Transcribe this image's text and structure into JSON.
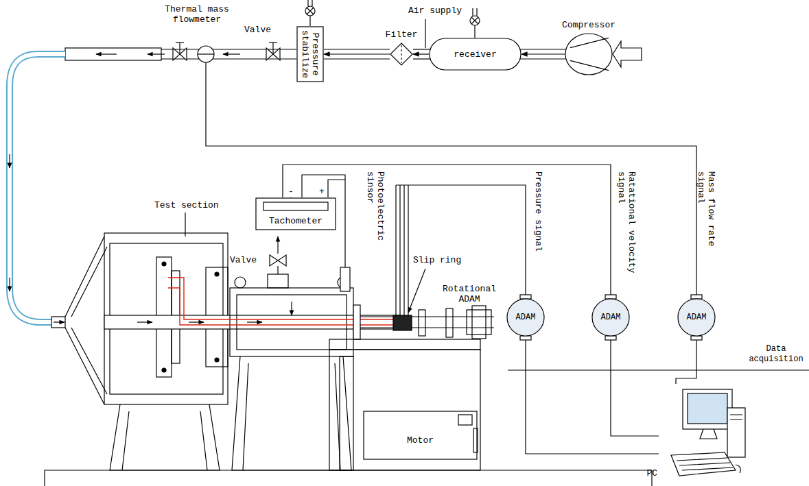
{
  "diagram": {
    "nodes": [
      {
        "text": [
          "Compressor"
        ]
      },
      {
        "text": [
          "receiver"
        ]
      },
      {
        "text": [
          "Filter"
        ]
      },
      {
        "text": [
          "Pressure stabilize"
        ]
      },
      {
        "text": [
          "Tachometer"
        ]
      },
      {
        "text": [
          "Motor"
        ]
      },
      {
        "text": [
          "ADAM"
        ]
      },
      {
        "text": [
          "ADAM"
        ]
      },
      {
        "text": [
          "ADAM"
        ]
      },
      {
        "text": [
          "PC"
        ]
      }
    ],
    "edges": [
      {
        "from": 0,
        "to": 1,
        "arrow": "to"
      },
      {
        "from": 1,
        "to": 2,
        "arrow": "to"
      },
      {
        "from": 2,
        "to": 3,
        "arrow": "to"
      },
      {
        "from": 4,
        "to": 7,
        "arrow": "none"
      },
      {
        "from": 6,
        "to": 9,
        "arrow": "none"
      },
      {
        "from": 7,
        "to": 9,
        "arrow": "none"
      },
      {
        "from": 8,
        "to": 9,
        "arrow": "none"
      }
    ],
    "labels": [
      "Air supply",
      "Thermal mass flowmeter",
      "Valve",
      "Test section",
      "Valve",
      "-",
      "+",
      "Photoelectric sinsor",
      "Slip ring",
      "Rotational ADAM",
      "Pressure signal",
      "Ratational velocity signal",
      "Mass flow rate signal",
      "Data acquisition"
    ]
  }
}
